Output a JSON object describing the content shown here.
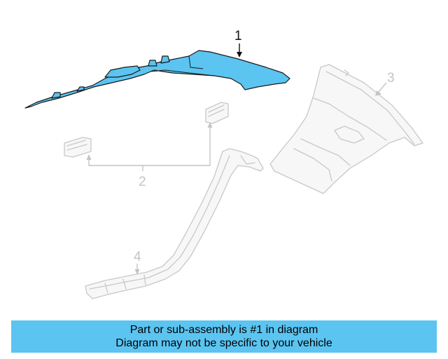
{
  "callouts": {
    "part1": "1",
    "part2": "2",
    "part3": "3",
    "part4": "4"
  },
  "banner": {
    "line1": "Part or sub-assembly is #1 in diagram",
    "line2": "Diagram may not be specific to your vehicle"
  },
  "colors": {
    "highlight": "#5bc4f1",
    "ghost_line": "#c8c8c8",
    "text": "#000000"
  }
}
